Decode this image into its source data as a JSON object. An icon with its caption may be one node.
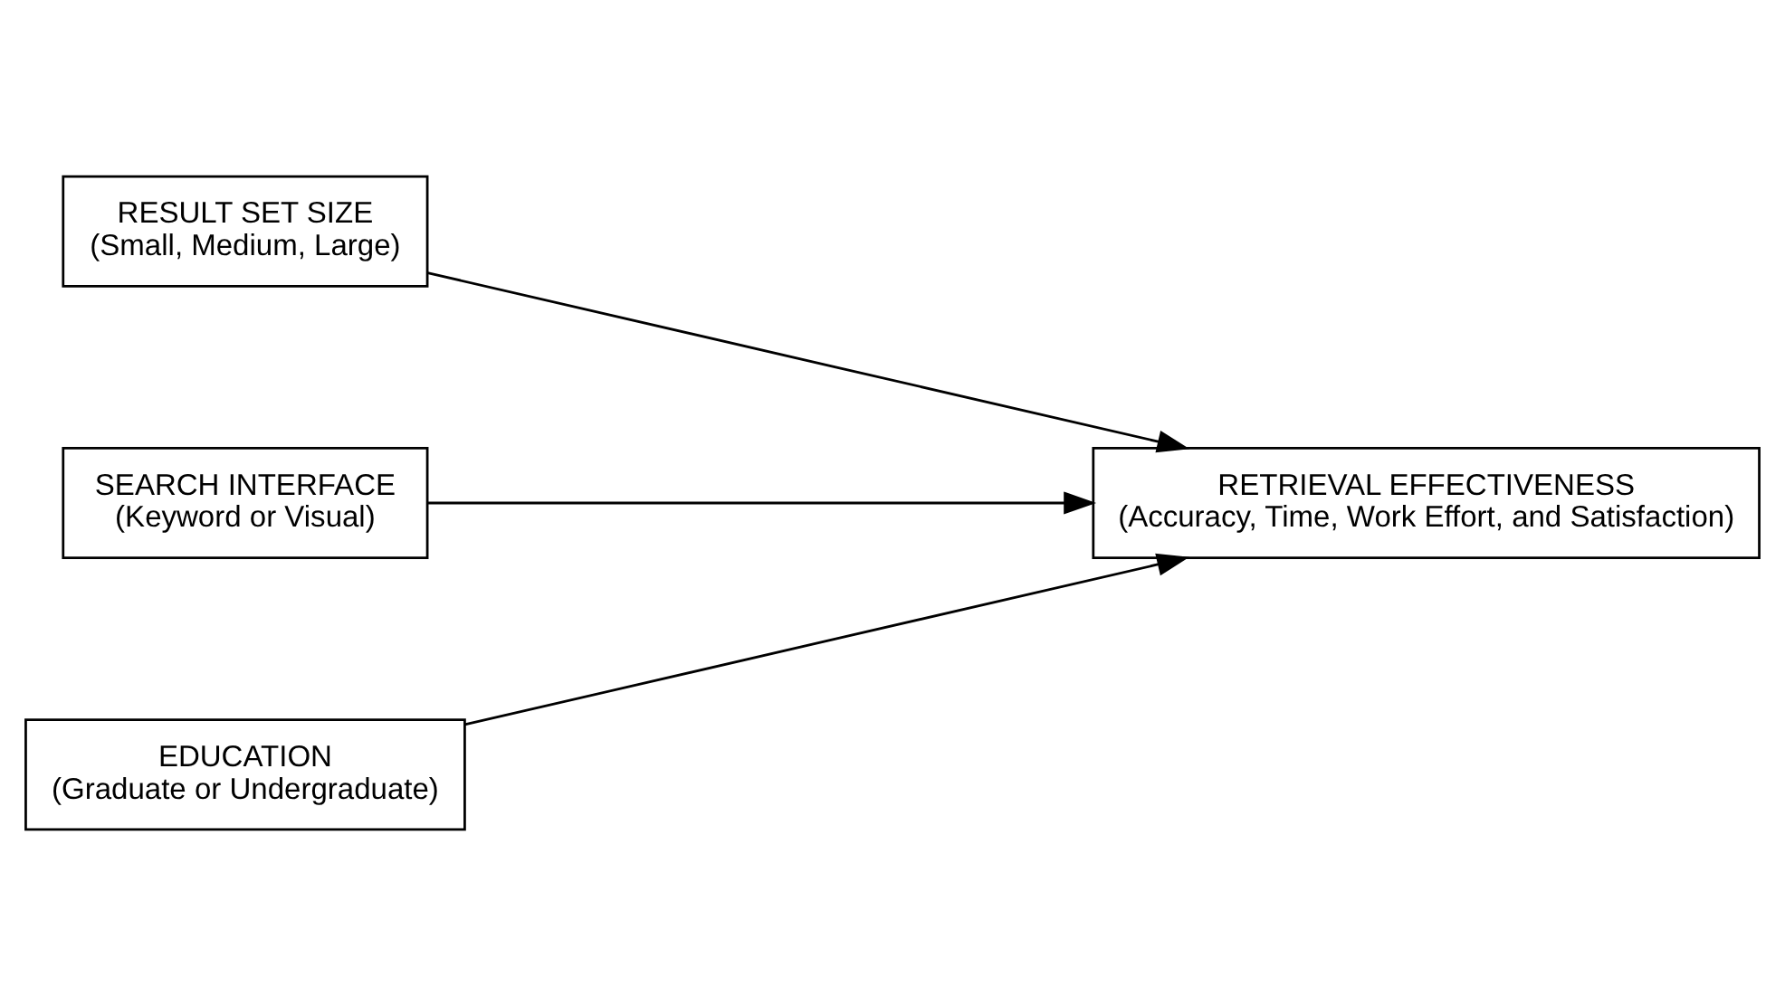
{
  "diagram": {
    "nodes": [
      {
        "text": [
          "RESULT SET SIZE",
          "(Small, Medium, Large)"
        ]
      },
      {
        "text": [
          "SEARCH INTERFACE",
          "(Keyword or Visual)"
        ]
      },
      {
        "text": [
          "RETRIEVAL EFFECTIVENESS",
          "(Accuracy, Time, Work Effort, and Satisfaction)"
        ]
      },
      {
        "text": [
          "EDUCATION",
          "(Graduate or Undergraduate)"
        ]
      }
    ],
    "edges": [
      {
        "from": 0,
        "to": 2,
        "arrow": "to"
      },
      {
        "from": 1,
        "to": 2,
        "arrow": "to"
      },
      {
        "from": 3,
        "to": 2,
        "arrow": "to"
      }
    ]
  }
}
